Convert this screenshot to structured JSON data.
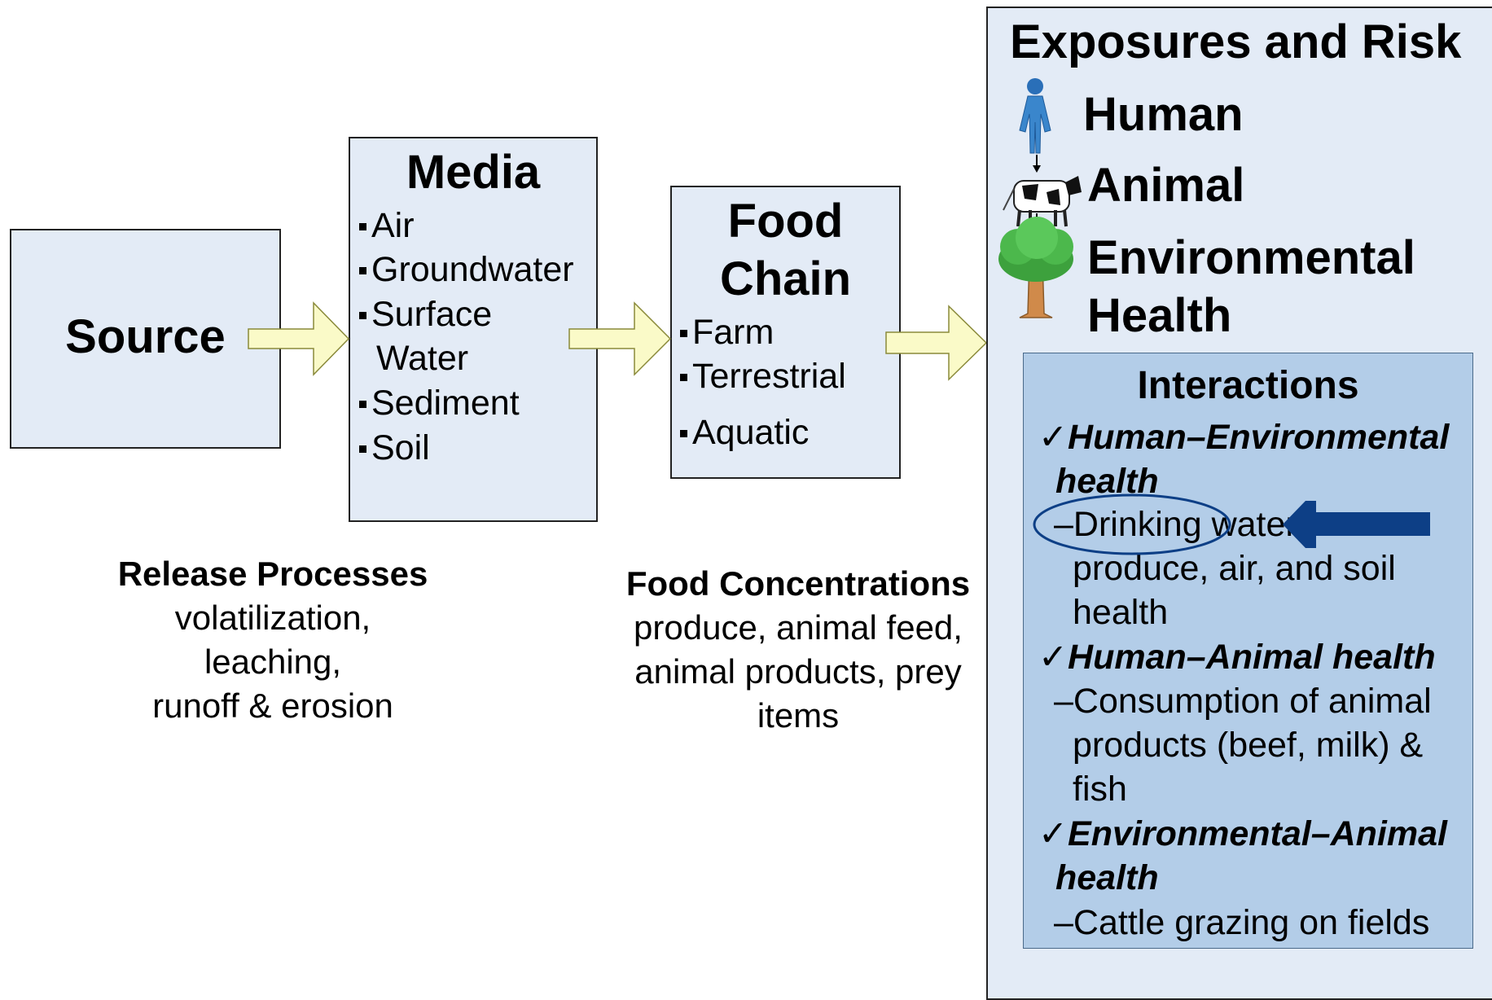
{
  "source": {
    "title": "Source"
  },
  "media": {
    "title": "Media",
    "items": [
      "Air",
      "Groundwater",
      "Surface",
      "Water",
      "Sediment",
      "Soil"
    ]
  },
  "food_chain": {
    "title_line1": "Food",
    "title_line2": "Chain",
    "items": [
      "Farm",
      "Terrestrial",
      "Aquatic"
    ]
  },
  "release_processes": {
    "heading": "Release Processes",
    "lines": [
      "volatilization,",
      "leaching,",
      "runoff & erosion"
    ]
  },
  "food_concentrations": {
    "heading": "Food Concentrations",
    "lines": [
      "produce, animal feed,",
      "animal products, prey",
      "items"
    ]
  },
  "exposures": {
    "title": "Exposures and Risk",
    "human": "Human",
    "animal": "Animal",
    "environmental_line1": "Environmental",
    "environmental_line2": "Health",
    "human_icon": "human-figure-icon",
    "animal_icon": "cow-icon",
    "environment_icon": "tree-icon"
  },
  "interactions": {
    "title": "Interactions",
    "check": "✓",
    "group1_line1": "Human–Environmental",
    "group1_line2": "health",
    "group1_detail1": "–Drinking water,",
    "group1_detail2": "produce, air, and soil",
    "group1_detail3": "health",
    "group2_heading": "Human–Animal health",
    "group2_detail1": "–Consumption of animal",
    "group2_detail2": "products (beef, milk) &",
    "group2_detail3": "fish",
    "group3_line1": "Environmental–Animal",
    "group3_line2": "health",
    "group3_detail1": "–Cattle grazing on fields"
  },
  "colors": {
    "box_fill": "#e3ebf6",
    "interactions_fill": "#b3cde8",
    "arrow_fill": "#fafac8",
    "highlight": "#0d3f86"
  }
}
